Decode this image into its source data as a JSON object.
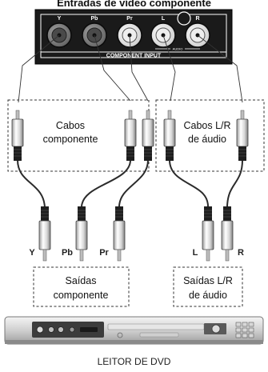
{
  "title": "Entradas de vídeo componente",
  "panel": {
    "jack_labels": [
      "Y",
      "Pb",
      "Pr",
      "L",
      "R"
    ],
    "bottom_label": "COMPONENT INPUT",
    "audio_tag": "AUDIO"
  },
  "groups": {
    "component_cables": [
      "Cabos",
      "componente"
    ],
    "audio_cables": [
      "Cabos L/R",
      "de áudio"
    ],
    "component_outputs": [
      "Saídas",
      "componente"
    ],
    "audio_outputs": [
      "Saídas L/R",
      "de áudio"
    ]
  },
  "plug_labels": [
    "Y",
    "Pb",
    "Pr",
    "L",
    "R"
  ],
  "footer": "LEITOR DE DVD",
  "colors": {
    "panel": "#1a1a1a",
    "jack_dark": "#7a7a7a",
    "jack_light": "#f2f2f2",
    "cable": "#2b2b2b",
    "dashed_box": "#333333"
  }
}
